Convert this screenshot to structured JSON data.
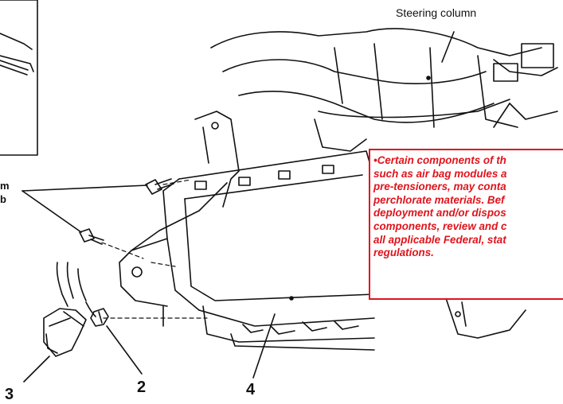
{
  "labels": {
    "steering_column": "Steering column",
    "side_line1": "m",
    "side_line2": "b",
    "part_2": "2",
    "part_3": "3",
    "part_4": "4"
  },
  "warning": {
    "text": "•Certain components of th\nsuch as air bag modules a\npre-tensioners, may conta\nperchlorate materials. Bef\ndeployment and/or dispos\ncomponents, review and c\nall applicable Federal, stat\nregulations."
  },
  "colors": {
    "warning_red": "#e0141c",
    "line": "#111111",
    "background": "#ffffff"
  }
}
